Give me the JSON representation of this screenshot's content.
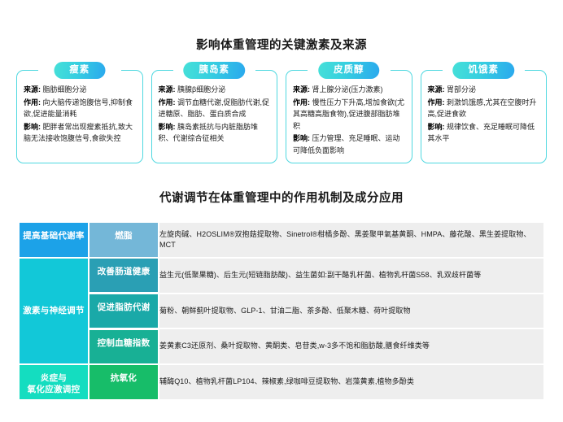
{
  "sections": {
    "hormones": {
      "title": "影响体重管理的关键激素及来源",
      "labels": {
        "source": "来源:",
        "effect": "作用:",
        "impact": "影响:"
      },
      "cards": [
        {
          "name": "瘦素",
          "source": "脂肪细胞分泌",
          "effect": "向大脑传递饱腹信号,抑制食欲,促进能量消耗",
          "impact": "肥胖者常出现瘦素抵抗,致大脑无法接收饱腹信号,食欲失控"
        },
        {
          "name": "胰岛素",
          "source": "胰腺β细胞分泌",
          "effect": "调节血糖代谢,促脂肪代谢,促进糖原、脂肪、蛋白质合成",
          "impact": "胰岛素抵抗与内脏脂肪堆积、代谢综合征相关"
        },
        {
          "name": "皮质醇",
          "source": "肾上腺分泌(压力激素)",
          "effect": "慢性压力下升高,增加食欲(尤其高糖高脂食物),促进腹部脂肪堆积",
          "impact": "压力管理、充足睡眠、运动可降低负面影响"
        },
        {
          "name": "饥饿素",
          "source": "胃部分泌",
          "effect": "刺激饥饿感,尤其在空腹时升高,促进食欲",
          "impact": "规律饮食、充足睡眠可降低其水平"
        }
      ]
    },
    "mechanism": {
      "title": "代谢调节在体重管理中的作用机制及成分应用",
      "rows": [
        {
          "category": "提高基础代谢率",
          "category_rowspan": 1,
          "function": "燃脂",
          "ingredients": "左旋肉碱、H2OSLIM®双抱菇提取物、Sinetrol®柑橘多酚、黑姜聚甲氧基黄酮、HMPA、藤花酸、黑生姜提取物、MCT"
        },
        {
          "category": "激素与神经调节",
          "category_rowspan": 3,
          "function": "改善肠道健康",
          "ingredients": "益生元(低聚果糖)、后生元(短链脂肪酸)、益生菌如:副干酪乳杆菌、植物乳杆菌S58、乳双歧杆菌等"
        },
        {
          "function": "促进脂肪代谢",
          "ingredients": "菊粉、朝鲜蓟叶提取物、GLP-1、甘油二脂、茶多酚、低聚木糖、荷叶提取物"
        },
        {
          "function": "控制血糖指数",
          "ingredients": "姜黄素C3还原剂、桑叶提取物、黄酮类、皂苷类,w-3多不饱和脂肪酸,膳食纤维类等"
        },
        {
          "category": "炎症与\n氧化应激调控",
          "category_rowspan": 1,
          "function": "抗氧化",
          "ingredients": "辅酶Q10、植物乳杆菌LP104、辣椒素,绿咖啡豆提取物、岩藻黄素,植物多酚类"
        }
      ]
    }
  },
  "colors": {
    "accent_blue": "#1ca2e8",
    "accent_cyan": "#12c8d8",
    "accent_green": "#14ddc0",
    "card_border": "#4fd8e0",
    "content_bg": "#eeeeee"
  }
}
